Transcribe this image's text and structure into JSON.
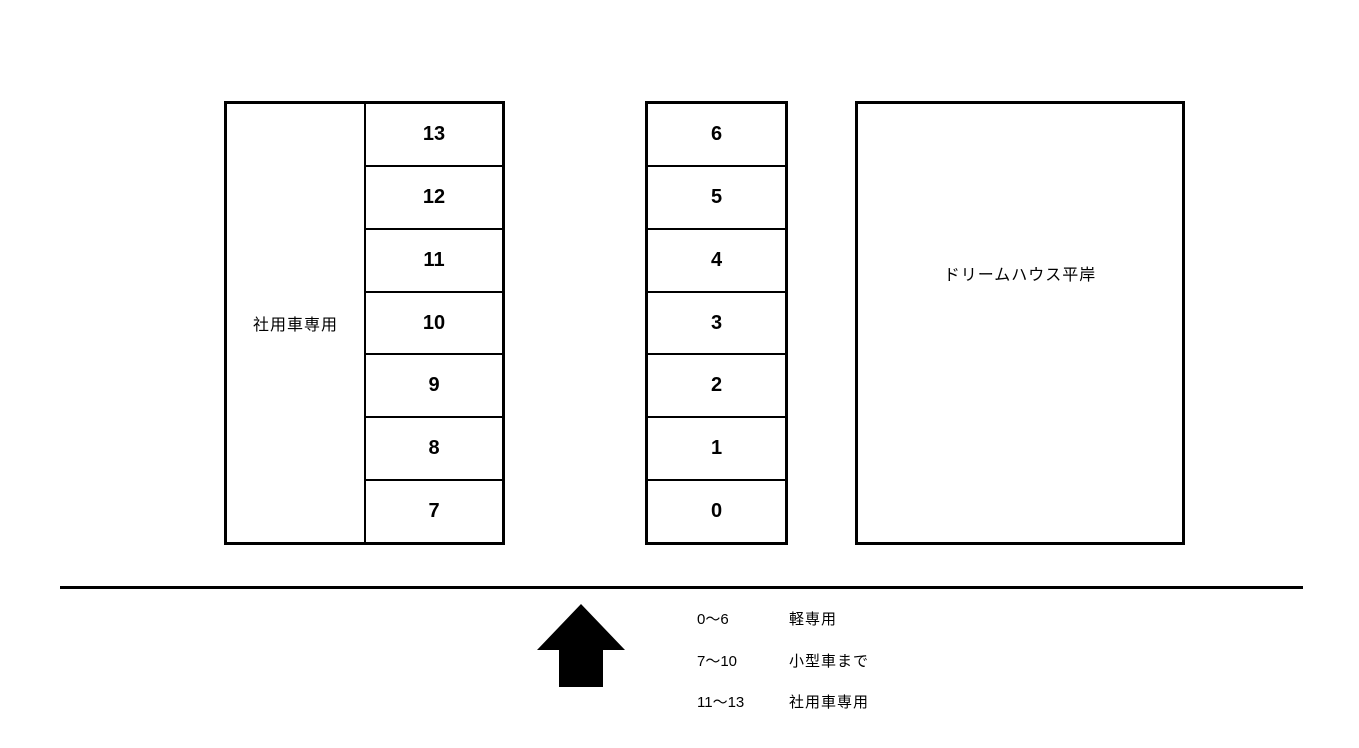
{
  "diagram": {
    "left_block": {
      "label": "社用車専用",
      "cells": [
        "13",
        "12",
        "11",
        "10",
        "9",
        "8",
        "7"
      ]
    },
    "middle_block": {
      "cells": [
        "6",
        "5",
        "4",
        "3",
        "2",
        "1",
        "0"
      ]
    },
    "building": {
      "label": "ドリームハウス平岸"
    },
    "legend": {
      "rows": [
        {
          "range": "0〜6",
          "label": "軽専用"
        },
        {
          "range": "7〜10",
          "label": "小型車まで"
        },
        {
          "range": "11〜13",
          "label": "社用車専用"
        }
      ]
    },
    "icons": {
      "entrance_arrow": "arrow-up"
    },
    "colors": {
      "background": "#ffffff",
      "line": "#000000",
      "text": "#000000"
    }
  }
}
